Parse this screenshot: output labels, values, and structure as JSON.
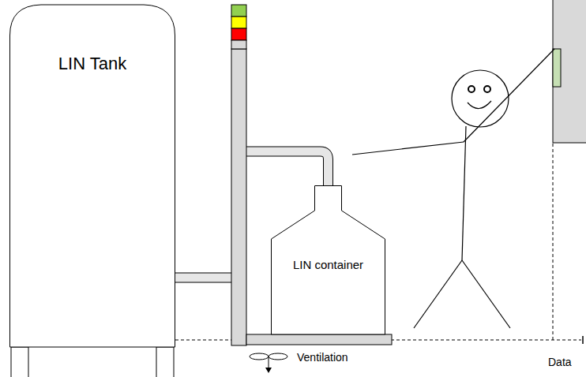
{
  "diagram": {
    "nodes": [
      {
        "text": [
          "LIN Tank"
        ]
      },
      {
        "text": [
          "LIN container"
        ]
      }
    ],
    "edges": [
      {
        "from": 0,
        "to": 1,
        "arrow": "none"
      }
    ],
    "labels": [
      "Ventilation",
      "Data"
    ]
  }
}
